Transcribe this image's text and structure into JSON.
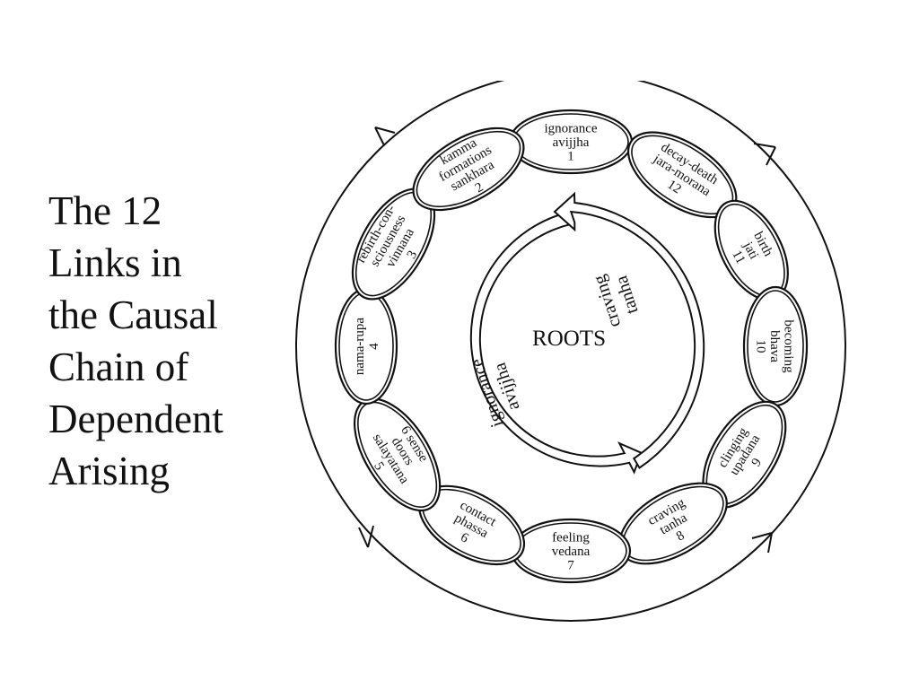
{
  "title_lines": [
    "The 12",
    "Links in",
    "the Causal",
    "Chain of",
    "Dependent",
    "Arising"
  ],
  "center": {
    "label": "ROOTS",
    "arc_top_lines": [
      "craving",
      "tanha"
    ],
    "arc_bottom_lines": [
      "ignorance",
      "avijjha"
    ]
  },
  "links": [
    {
      "lines": [
        "ignorance",
        "avijjha",
        "1"
      ]
    },
    {
      "lines": [
        "decay-death",
        "jara-morana",
        "12"
      ]
    },
    {
      "lines": [
        "birth",
        "jati",
        "11"
      ]
    },
    {
      "lines": [
        "becoming",
        "bhava",
        "10"
      ]
    },
    {
      "lines": [
        "clinging",
        "upadana",
        "9"
      ]
    },
    {
      "lines": [
        "craving",
        "tanha",
        "8"
      ]
    },
    {
      "lines": [
        "feeling",
        "vedana",
        "7"
      ]
    },
    {
      "lines": [
        "contact",
        "phassa",
        "6"
      ]
    },
    {
      "lines": [
        "6 sense",
        "doors",
        "salayatana",
        "5"
      ]
    },
    {
      "lines": [
        "nama-rupa",
        "4"
      ]
    },
    {
      "lines": [
        "rebirth-con-",
        "sciousness",
        "vinnana",
        "3"
      ]
    },
    {
      "lines": [
        "kamma",
        "formations",
        "sankhara",
        "2"
      ]
    }
  ]
}
